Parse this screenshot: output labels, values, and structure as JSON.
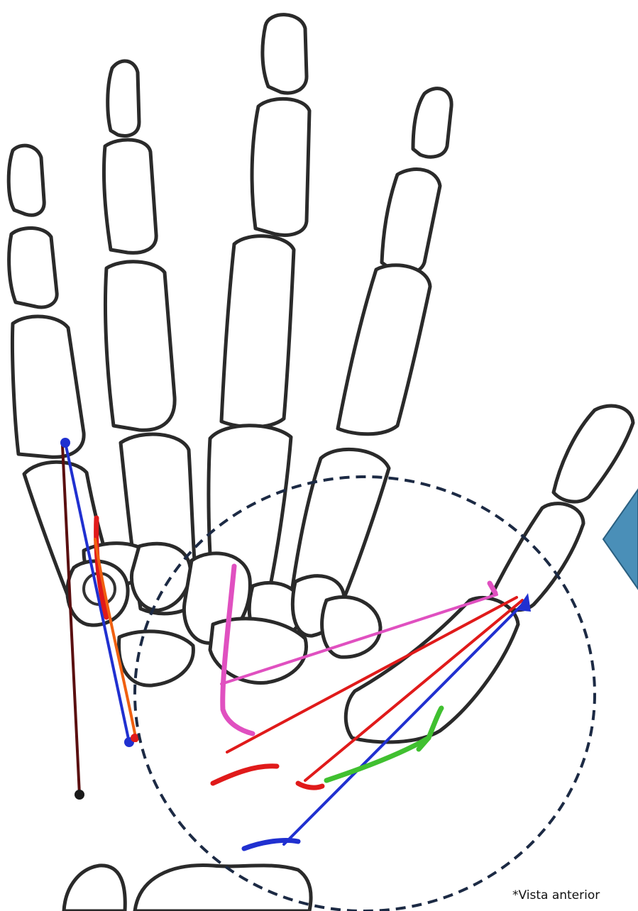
{
  "caption": "*Vista anterior",
  "colors": {
    "bone_outline": "#2a2a2a",
    "dashed_circle": "#1c2a44",
    "pointer": "#4a8fb8",
    "red": "#e01a1a",
    "orange": "#f06010",
    "blue": "#2030d0",
    "magenta": "#e050c0",
    "green": "#40c030",
    "dark_red": "#5a0f10"
  },
  "highlight": {
    "shape": "dashed-circle"
  },
  "pointer": {
    "shape": "triangle",
    "direction": "left"
  }
}
